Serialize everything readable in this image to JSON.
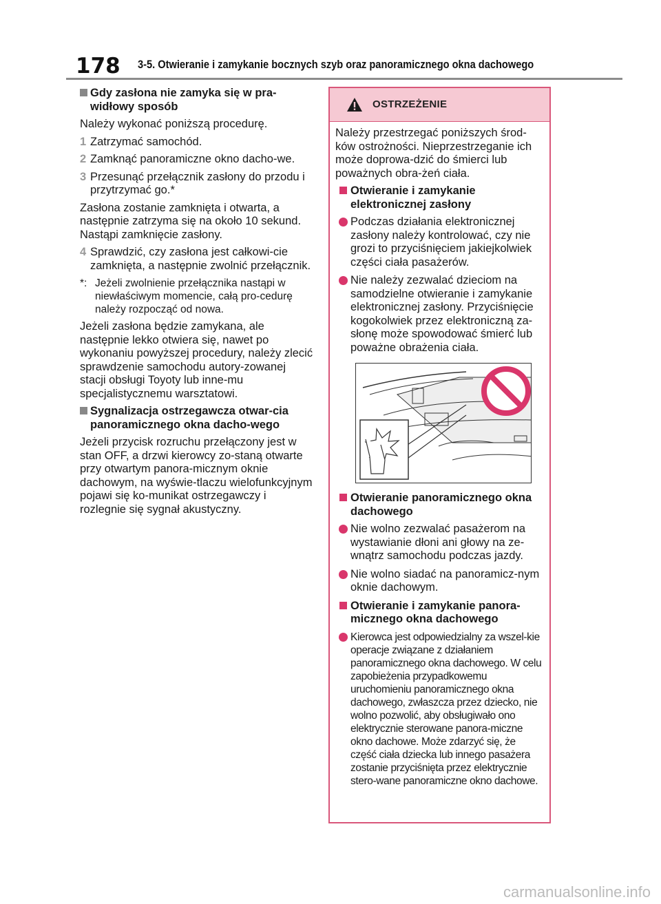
{
  "header": {
    "page_number": "178",
    "section_title": "3-5. Otwieranie i zamykanie bocznych szyb oraz panoramicznego okna dachowego"
  },
  "left": {
    "heading1": "Gdy zasłona nie zamyka się w pra-widłowy sposób",
    "intro": "Należy wykonać poniższą procedurę.",
    "steps": [
      {
        "num": "1",
        "text": "Zatrzymać samochód."
      },
      {
        "num": "2",
        "text": "Zamknąć panoramiczne okno dacho-we."
      },
      {
        "num": "3",
        "text": "Przesunąć przełącznik zasłony do przodu i przytrzymać go.*"
      }
    ],
    "para_after_3": "Zasłona zostanie zamknięta i otwarta, a następnie zatrzyma się na około 10 sekund. Nastąpi zamknięcie zasłony.",
    "step4": {
      "num": "4",
      "text": "Sprawdzić, czy zasłona jest całkowi-cie zamknięta, a następnie zwolnić przełącznik."
    },
    "note_mark": "*:",
    "note": "Jeżeli zwolnienie przełącznika nastąpi w niewłaściwym momencie, całą pro-cedurę należy rozpocząć od nowa.",
    "para2": "Jeżeli zasłona będzie zamykana, ale następnie lekko otwiera się, nawet po wykonaniu powyższej procedury, należy zlecić sprawdzenie samochodu autory-zowanej stacji obsługi Toyoty lub inne-mu specjalistycznemu warsztatowi.",
    "heading2": "Sygnalizacja ostrzegawcza otwar-cia panoramicznego okna dacho-wego",
    "para3": "Jeżeli przycisk rozruchu przełączony jest w stan OFF, a drzwi kierowcy zo-staną otwarte przy otwartym panora-micznym oknie dachowym, na wyświe-tlaczu wielofunkcyjnym pojawi się ko-munikat ostrzegawczy i rozlegnie się sygnał akustyczny."
  },
  "warning": {
    "title": "OSTRZEŻENIE",
    "intro": "Należy przestrzegać poniższych środ-ków ostrożności. Nieprzestrzeganie ich może doprowa-dzić do śmierci lub poważnych obra-żeń ciała.",
    "sub1": "Otwieranie i zamykanie elektronicznej zasłony",
    "b1": "Podczas działania elektronicznej zasłony należy kontrolować, czy nie grozi to przyciśnięciem jakiejkolwiek części ciała pasażerów.",
    "b2": "Nie należy zezwalać dzieciom na samodzielne otwieranie i zamykanie elektronicznej zasłony. Przyciśnięcie kogokolwiek przez elektroniczną za-słonę może spowodować śmierć lub poważne obrażenia ciała.",
    "sub2": "Otwieranie panoramicznego okna dachowego",
    "b3": "Nie wolno zezwalać pasażerom na wystawianie dłoni ani głowy na ze-wnątrz samochodu podczas jazdy.",
    "b4": "Nie wolno siadać na panoramicz-nym oknie dachowym.",
    "sub3": "Otwieranie i zamykanie panora-micznego okna dachowego",
    "b5": "Kierowca jest odpowiedzialny za wszel-kie operacje związane z działaniem panoramicznego okna dachowego. W celu zapobieżenia przypadkowemu uruchomieniu panoramicznego okna dachowego, zwłaszcza przez dziecko, nie wolno pozwolić, aby obsługiwało ono elektrycznie sterowane panora-miczne okno dachowe. Może zdarzyć się, że część ciała dziecka lub innego pasażera zostanie przyciśnięta przez elektrycznie stero-wane panoramiczne okno dachowe."
  },
  "colors": {
    "accent": "#d9366b",
    "warning_bg": "#f6c9d3",
    "warning_border": "#d9567a",
    "bullet_gray": "#888888"
  },
  "watermark": "carmanualsonline.info"
}
